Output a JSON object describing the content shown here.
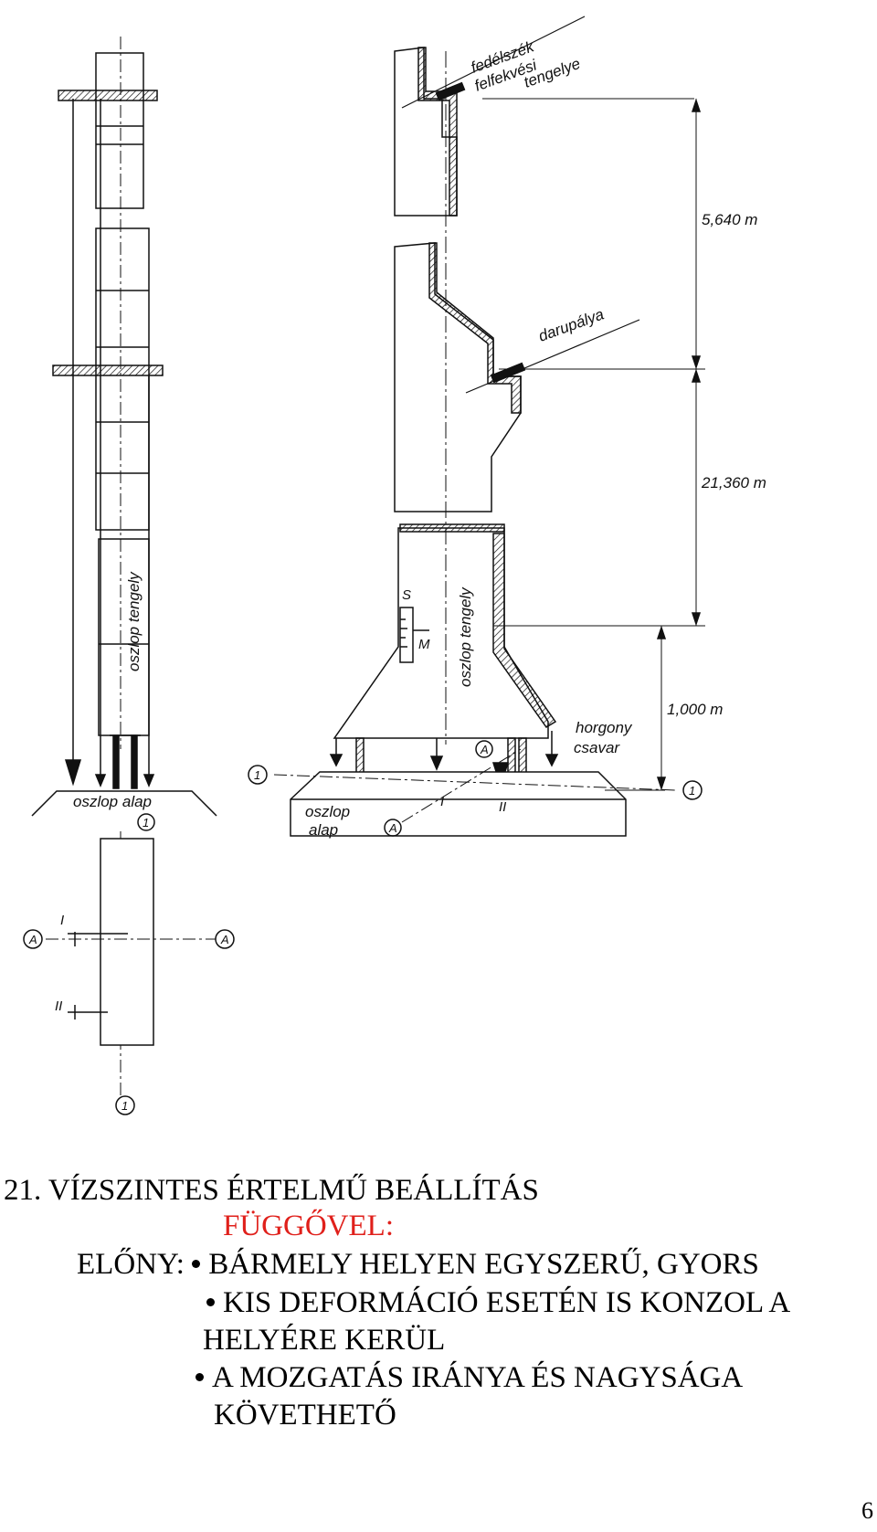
{
  "drawing": {
    "left_column": {
      "label_axis": "oszlop tengely",
      "label_base": "oszlop alap",
      "axis_marker": "1",
      "plan_axis_marker": "A",
      "plan_point_1": "I",
      "plan_point_2": "II"
    },
    "right_column": {
      "label_truss_bearing": [
        "fedélszék",
        "felfekvési",
        "tengelye"
      ],
      "label_crane_rail": "darupálya",
      "label_axis": "oszlop tengely",
      "label_anchor": [
        "horgony",
        "csavar"
      ],
      "label_base": [
        "oszlop",
        "alap"
      ],
      "scale_top": "S",
      "scale_bottom": "M",
      "point_1": "I",
      "point_2": "II",
      "axis_marker": "1",
      "plan_axis_marker": "A"
    },
    "dimensions": {
      "upper": "5,640 m",
      "middle": "21,360 m",
      "lower": "1,000 m"
    }
  },
  "text": {
    "title": "21. VÍZSZINTES ÉRTELMŰ BEÁLLÍTÁS",
    "subtitle": "FÜGGŐVEL:",
    "advantage_label": "ELŐNY:",
    "bullet_1": "BÁRMELY HELYEN EGYSZERŰ, GYORS",
    "bullet_2_line1": "KIS DEFORMÁCIÓ ESETÉN IS KONZOL A",
    "bullet_2_line2": "HELYÉRE  KERÜL",
    "bullet_3_line1": "A MOZGATÁS IRÁNYA ÉS NAGYSÁGA",
    "bullet_3_line2": "KÖVETHETŐ",
    "page_number": "6",
    "subtitle_color": "#e0201b"
  }
}
